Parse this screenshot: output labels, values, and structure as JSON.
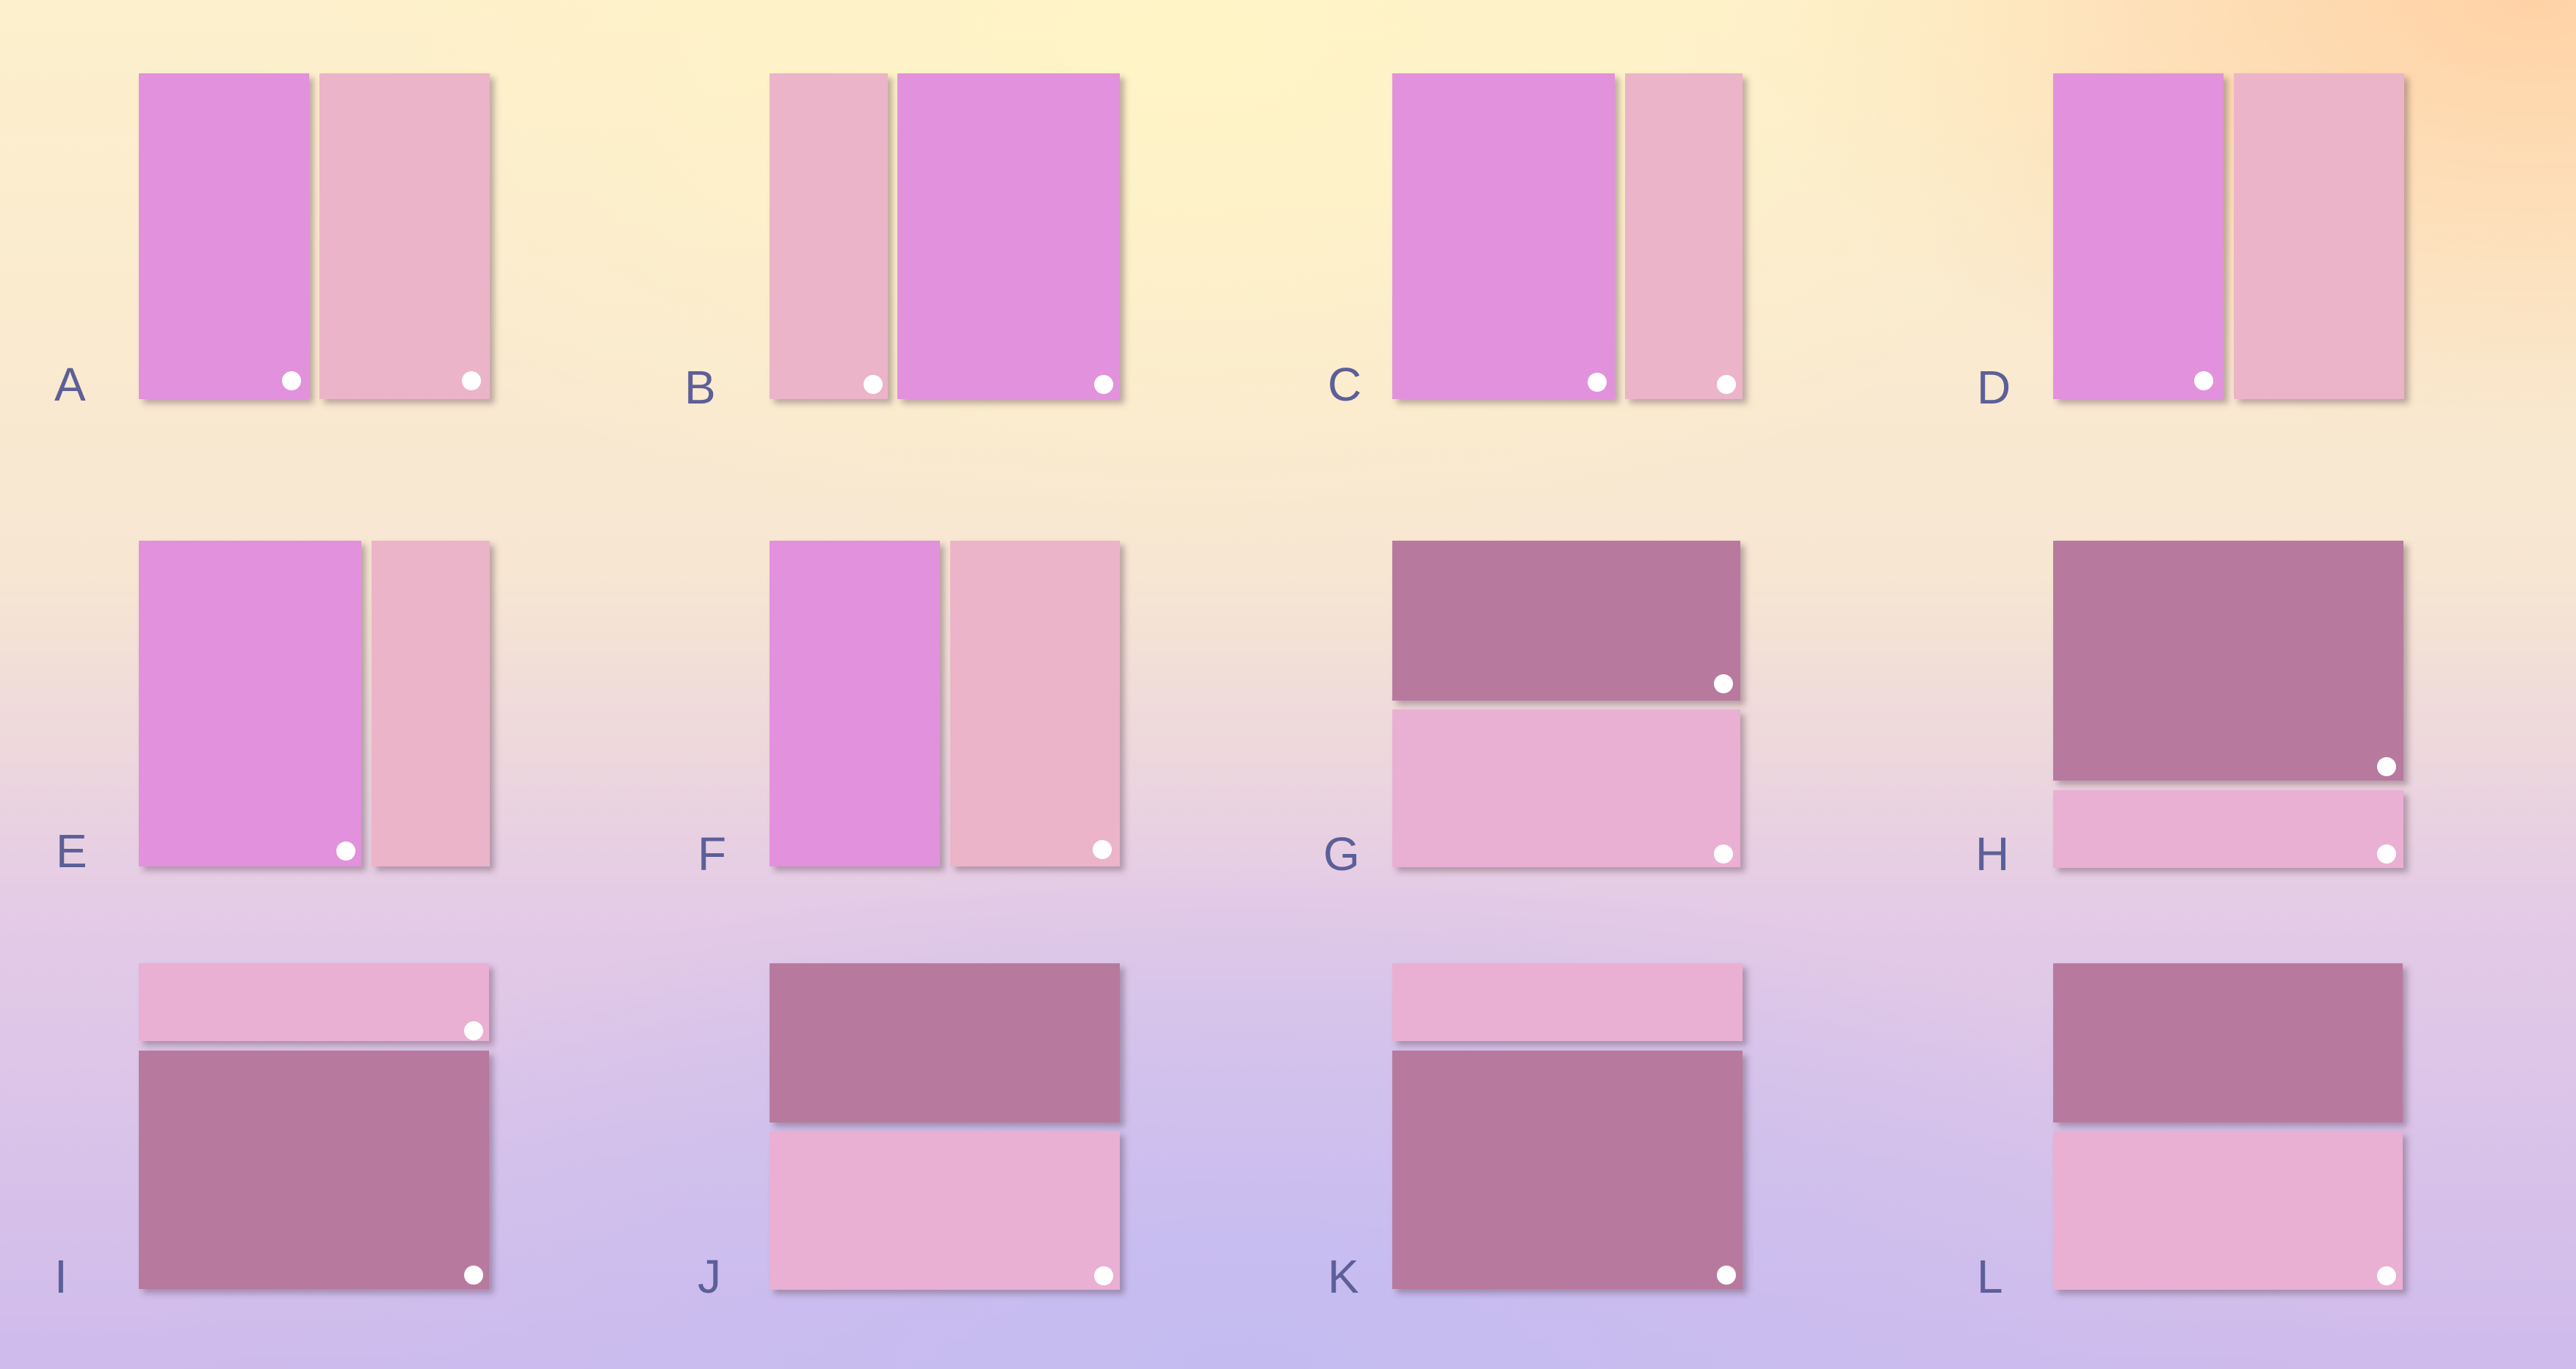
{
  "layout_options": [
    {
      "id": "A",
      "label": "A"
    },
    {
      "id": "B",
      "label": "B"
    },
    {
      "id": "C",
      "label": "C"
    },
    {
      "id": "D",
      "label": "D"
    },
    {
      "id": "E",
      "label": "E"
    },
    {
      "id": "F",
      "label": "F"
    },
    {
      "id": "G",
      "label": "G"
    },
    {
      "id": "H",
      "label": "H"
    },
    {
      "id": "I",
      "label": "I"
    },
    {
      "id": "J",
      "label": "J"
    },
    {
      "id": "K",
      "label": "K"
    },
    {
      "id": "L",
      "label": "L"
    }
  ],
  "colors": {
    "violet": "#e291dd",
    "blush": "#ecb4c8",
    "mauve": "#b77a9e",
    "pink": "#e9b0d3",
    "label": "#5c5f98",
    "marker": "#ffffff"
  }
}
